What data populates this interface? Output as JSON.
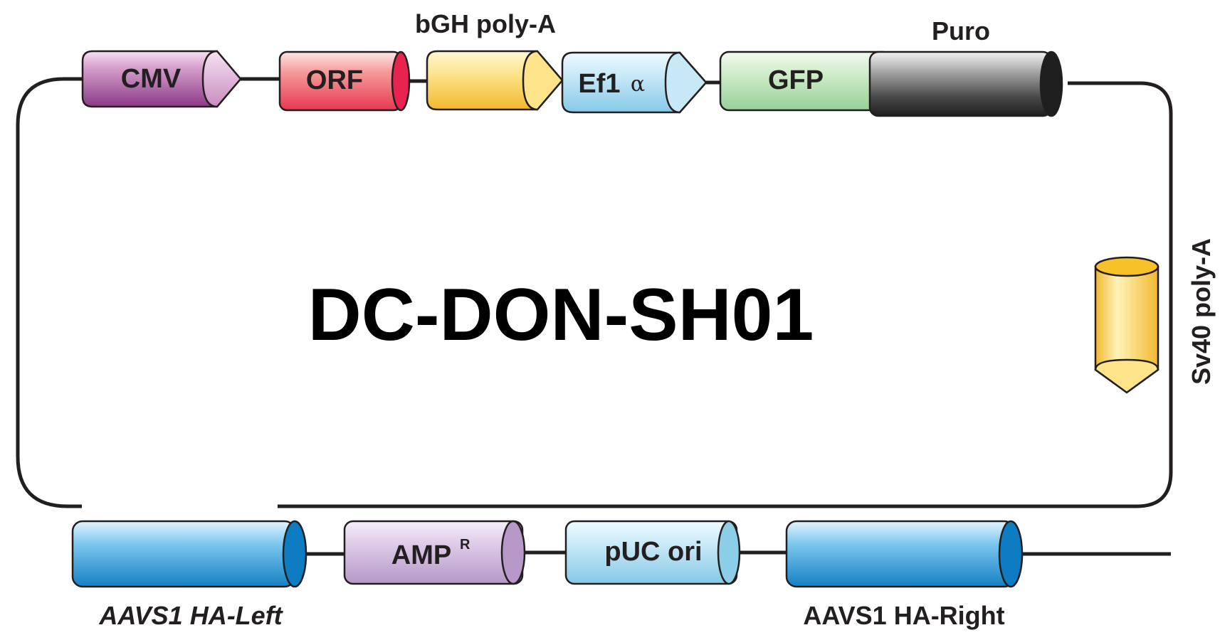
{
  "title": "DC-DON-SH01",
  "labels": {
    "cmv": "CMV",
    "orf": "ORF",
    "bgh_polya": "bGH  poly-A",
    "ef1": "Ef1",
    "ef1_alpha": "α",
    "gfp": "GFP",
    "puro": "Puro",
    "sv40_polya": "Sv40 poly-A",
    "aavs1_left": "AAVS1  HA-Left",
    "ampr": "AMP",
    "ampr_superscript": "R",
    "puc_ori": "pUC  ori",
    "aavs1_right": "AAVS1 HA-Right"
  },
  "colors": {
    "cmv": "#a0489a",
    "orf": "#e8384f",
    "bgh_polya": "#f5c230",
    "ef1": "#8ccde8",
    "gfp": "#a8d8a8",
    "puro": "#505050",
    "sv40_polya": "#f5c230",
    "aavs1": "#1a8fd0",
    "ampr": "#b898c8",
    "puc_ori": "#8ccde8",
    "backbone": "#231f20"
  }
}
